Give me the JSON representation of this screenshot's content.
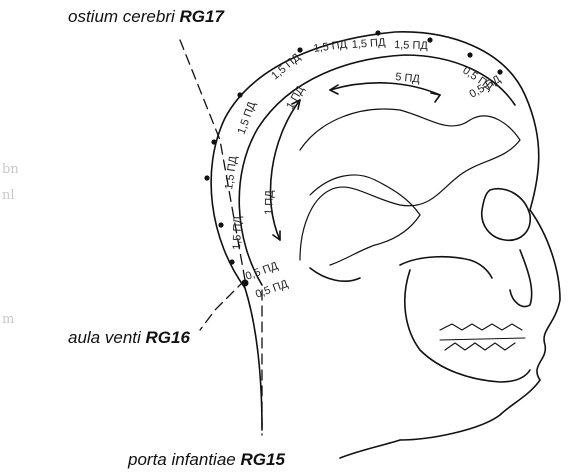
{
  "labels": {
    "ostium": {
      "name": "ostium cerebri",
      "code": "RG17"
    },
    "aula": {
      "name": "aula venti",
      "code": "RG16"
    },
    "porta": {
      "name": "porta infantiae",
      "code": "RG15"
    }
  },
  "measurements": {
    "outer_top": [
      "1,5 ПД",
      "1,5 ПД",
      "1,5 ПД"
    ],
    "outer_slope": [
      "0,5 ПД",
      "0,5 ПД"
    ],
    "outer_back": [
      "1,5 ПД",
      "1,5 ПД",
      "1,5 ПД",
      "1,5 ПД"
    ],
    "outer_bottom": [
      "0,5 ПД",
      "0,5 ПД"
    ],
    "inner_top": "5 ПД",
    "inner_back": "1 ПД",
    "inner_side": "1 ПД"
  },
  "ghost_text": [
    "bn",
    "nl",
    "m"
  ],
  "colors": {
    "ink": "#111111",
    "background": "#ffffff"
  }
}
